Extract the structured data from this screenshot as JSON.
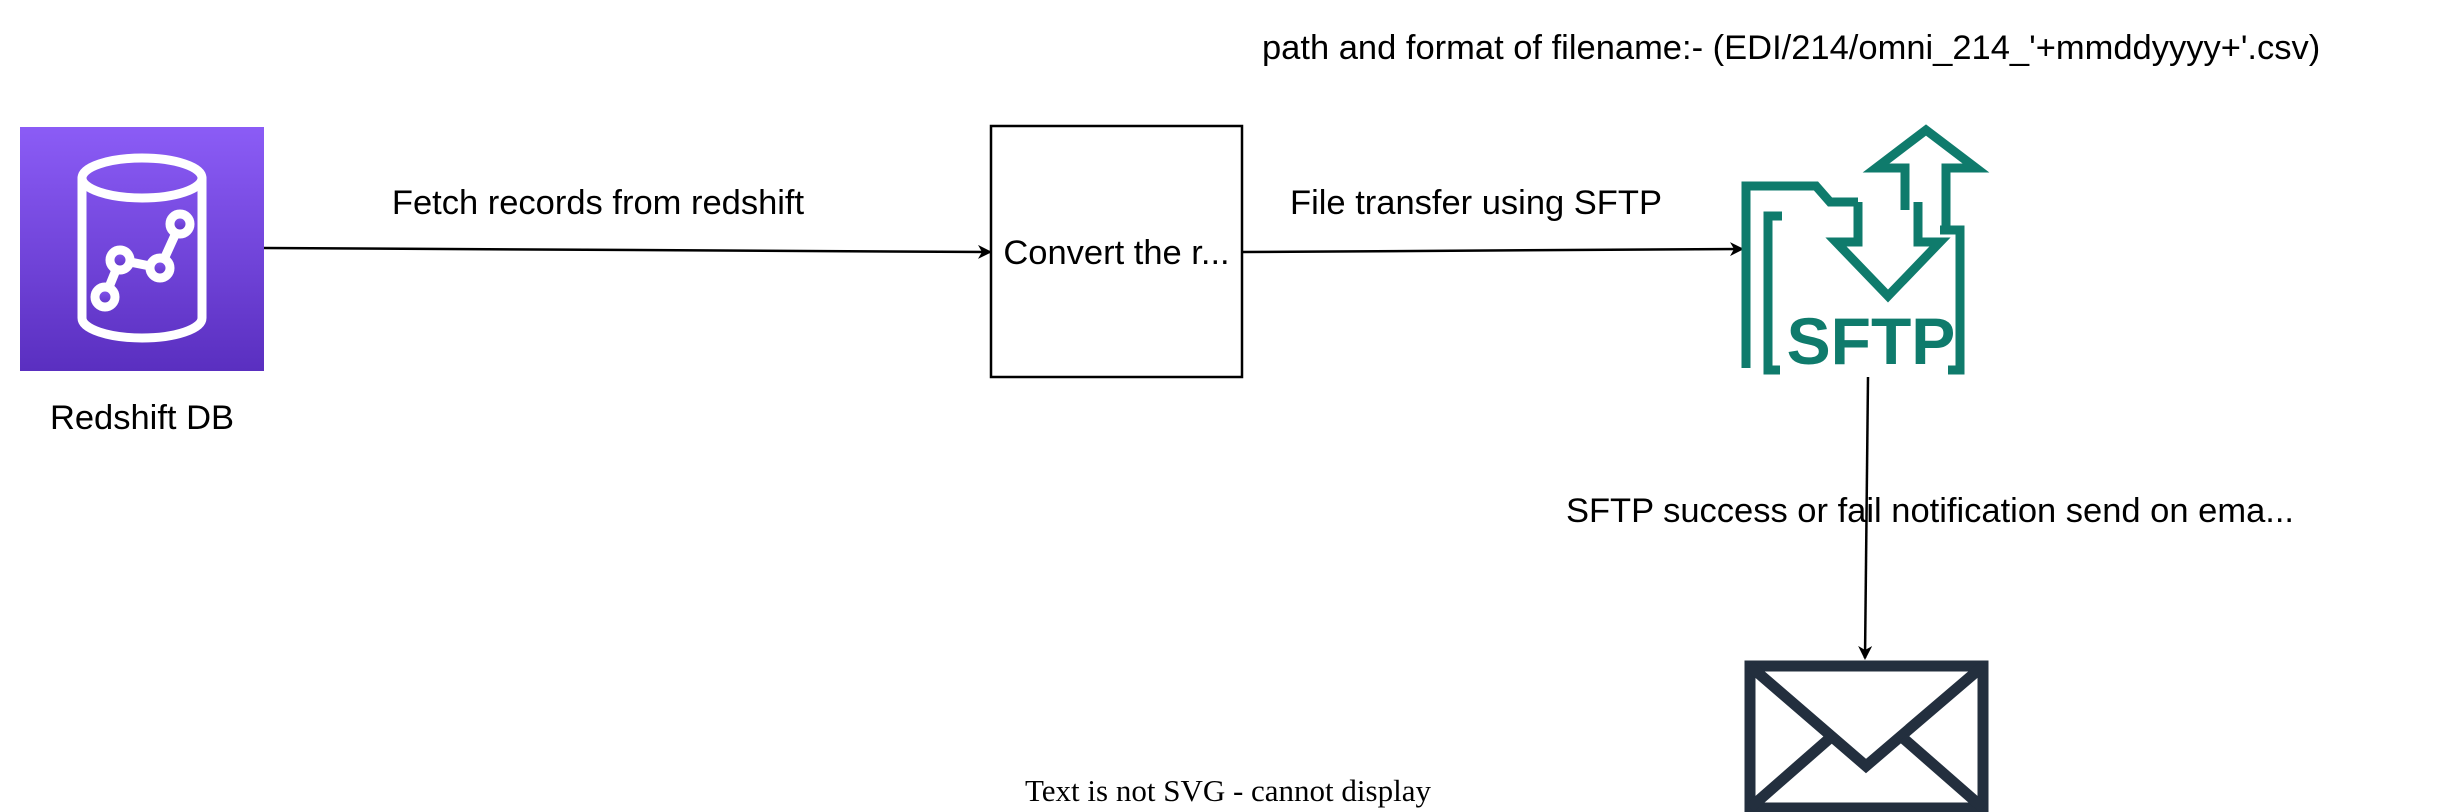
{
  "diagram": {
    "filename_note": "path and format of filename:- (EDI/214/omni_214_'+mmddyyyy+'.csv)",
    "nodes": {
      "redshift": {
        "label": "Redshift DB",
        "icon": "redshift-database-icon"
      },
      "convert": {
        "label": "Convert the r..."
      },
      "sftp": {
        "label": "SFTP",
        "icon": "sftp-transfer-icon"
      },
      "email": {
        "icon": "email-envelope-icon"
      }
    },
    "edges": [
      {
        "from": "redshift",
        "to": "convert",
        "label": "Fetch records from redshift"
      },
      {
        "from": "convert",
        "to": "sftp",
        "label": "File transfer using SFTP"
      },
      {
        "from": "sftp",
        "to": "email",
        "label": "SFTP success or fail notification send on ema..."
      }
    ],
    "footer_message": "Text is not SVG - cannot display"
  },
  "colors": {
    "redshift_gradient_top": "#8b5cf6",
    "redshift_gradient_bottom": "#5a2fc0",
    "sftp_green": "#0f7b6c",
    "email_dark": "#232f3e",
    "line": "#000000"
  }
}
